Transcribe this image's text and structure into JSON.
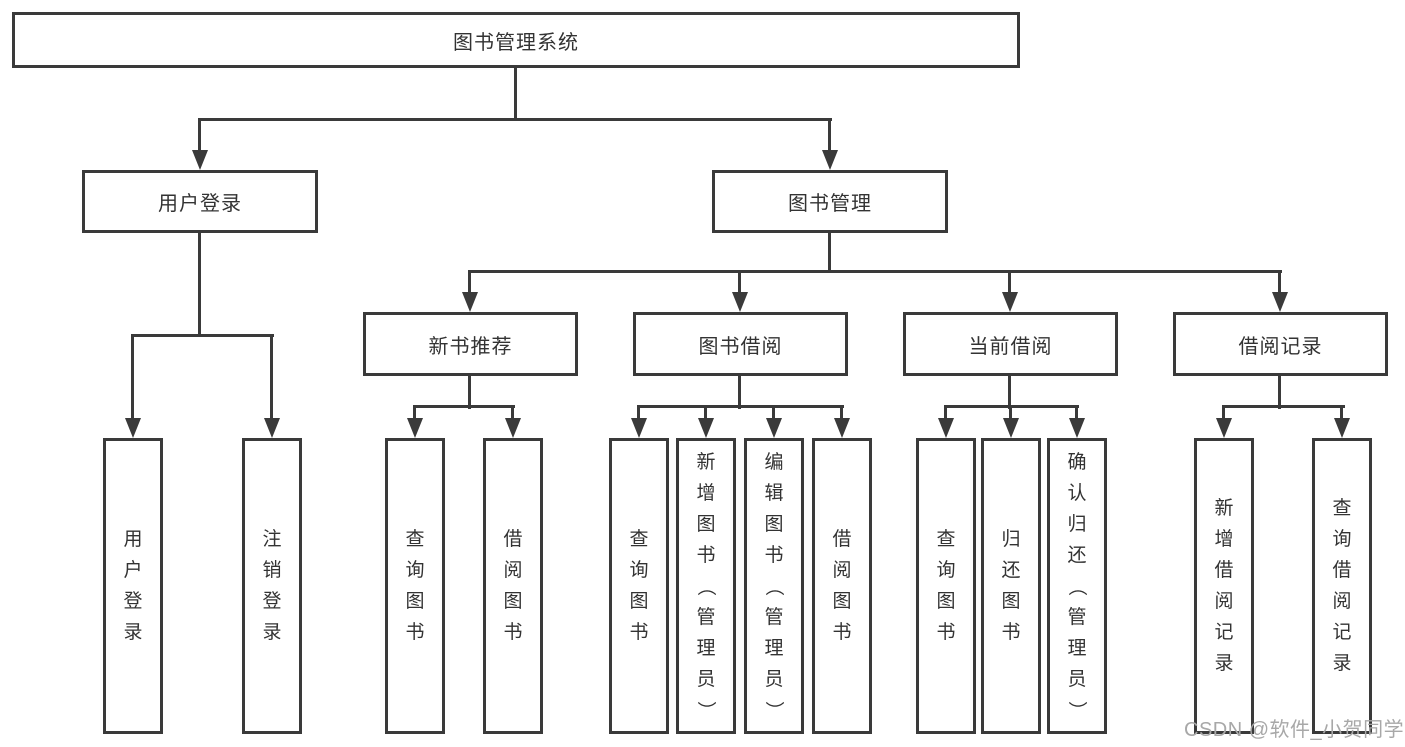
{
  "nodes": {
    "root": {
      "label": "图书管理系统"
    },
    "user_login": {
      "label": "用户登录"
    },
    "book_mgmt": {
      "label": "图书管理"
    },
    "new_book_rec": {
      "label": "新书推荐"
    },
    "book_borrow": {
      "label": "图书借阅"
    },
    "current_borrow": {
      "label": "当前借阅"
    },
    "borrow_records": {
      "label": "借阅记录"
    },
    "leaves": {
      "user_login": "用户登录",
      "logout": "注销登录",
      "rec_query_book": "查询图书",
      "rec_borrow_book": "借阅图书",
      "bb_query_book": "查询图书",
      "bb_add_book": "新增图书（管理员）",
      "bb_edit_book": "编辑图书（管理员）",
      "bb_borrow_book": "借阅图书",
      "cb_query_book": "查询图书",
      "cb_return_book": "归还图书",
      "cb_confirm_return": "确认归还（管理员）",
      "br_add_record": "新增借阅记录",
      "br_query_record": "查询借阅记录"
    }
  },
  "watermark": "CSDN @软件_小贺同学",
  "colors": {
    "line": "#3a3a3a",
    "text": "#333333",
    "watermark": "#a8a8a8"
  }
}
